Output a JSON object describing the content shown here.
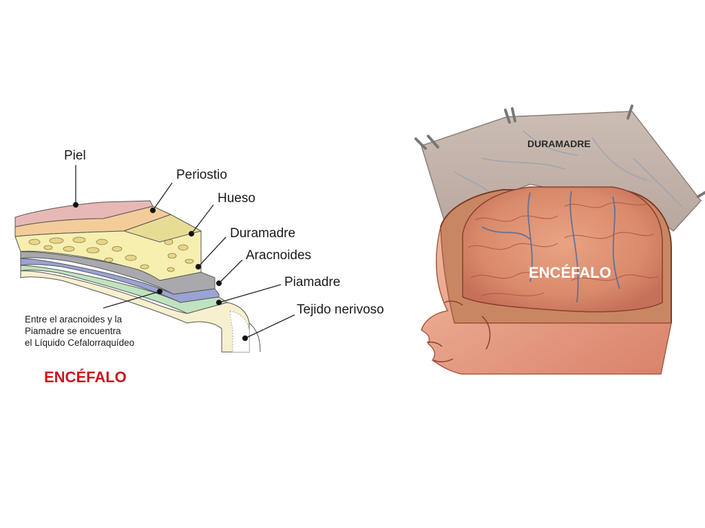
{
  "layers_diagram": {
    "labels": {
      "piel": "Piel",
      "periostio": "Periostio",
      "hueso": "Hueso",
      "duramadre": "Duramadre",
      "aracnoides": "Aracnoides",
      "piamadre": "Piamadre",
      "tejido": "Tejido nerivoso"
    },
    "note": {
      "line1": "Entre el aracnoides y la",
      "line2": "Piamadre se encuentra",
      "line3": "el Líquido Cefalorraquídeo"
    },
    "title": "ENCÉFALO",
    "title_color": "#c8171e"
  },
  "head_illustration": {
    "dura_label": "DURAMADRE",
    "brain_label": "ENCÉFALO"
  }
}
